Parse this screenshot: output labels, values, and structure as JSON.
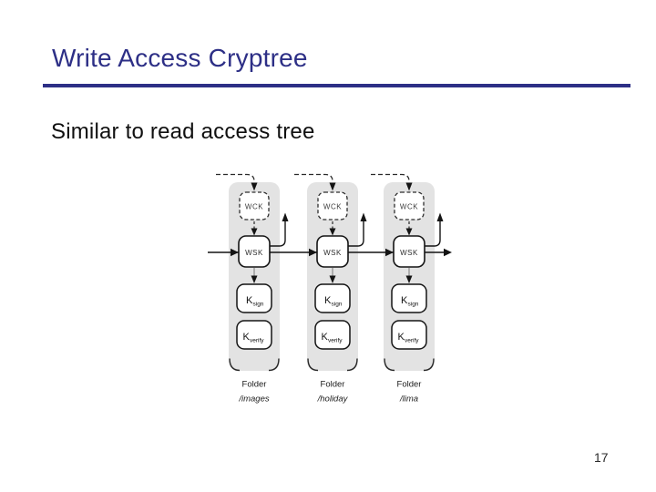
{
  "slide": {
    "title": "Write Access Cryptree",
    "subtitle": "Similar to read access tree",
    "page_number": "17"
  },
  "diagram": {
    "box_labels": {
      "wck": "WCK",
      "wsk": "WSK",
      "key_main": "K",
      "sign_sub": "sign",
      "verify_sub": "verify"
    },
    "columns": [
      {
        "folder_label": "Folder",
        "folder_name": "/images"
      },
      {
        "folder_label": "Folder",
        "folder_name": "/holiday"
      },
      {
        "folder_label": "Folder",
        "folder_name": "/lima"
      }
    ]
  },
  "colors": {
    "accent": "#2d2f86",
    "column_fill": "#e3e3e3",
    "stroke": "#141414"
  }
}
